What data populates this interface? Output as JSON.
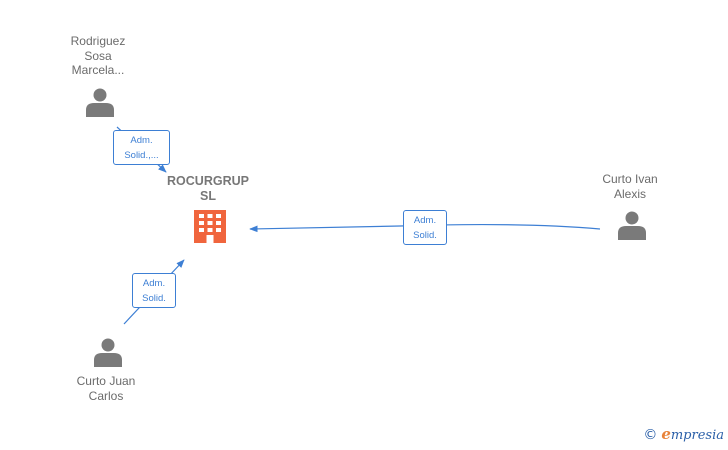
{
  "company": {
    "name_line1": "ROCURGRUP",
    "name_line2": "SL",
    "icon": "building-icon",
    "color": "#f0653d"
  },
  "persons": {
    "rodriguez": {
      "line1": "Rodriguez",
      "line2": "Sosa",
      "line3": "Marcela...",
      "icon": "person-icon"
    },
    "curto_ivan": {
      "line1": "Curto Ivan",
      "line2": "Alexis",
      "icon": "person-icon"
    },
    "curto_juan": {
      "line1": "Curto Juan",
      "line2": "Carlos",
      "icon": "person-icon"
    }
  },
  "edges": {
    "rodriguez": {
      "line1": "Adm.",
      "line2": "Solid.,..."
    },
    "curto_ivan": {
      "line1": "Adm.",
      "line2": "Solid."
    },
    "curto_juan": {
      "line1": "Adm.",
      "line2": "Solid."
    }
  },
  "colors": {
    "person_icon": "#7a7a7a",
    "edge": "#3d7fd4",
    "label_text": "#6b6b6b"
  },
  "brand": {
    "copyright": "©",
    "initial": "e",
    "rest": "mpresia"
  }
}
